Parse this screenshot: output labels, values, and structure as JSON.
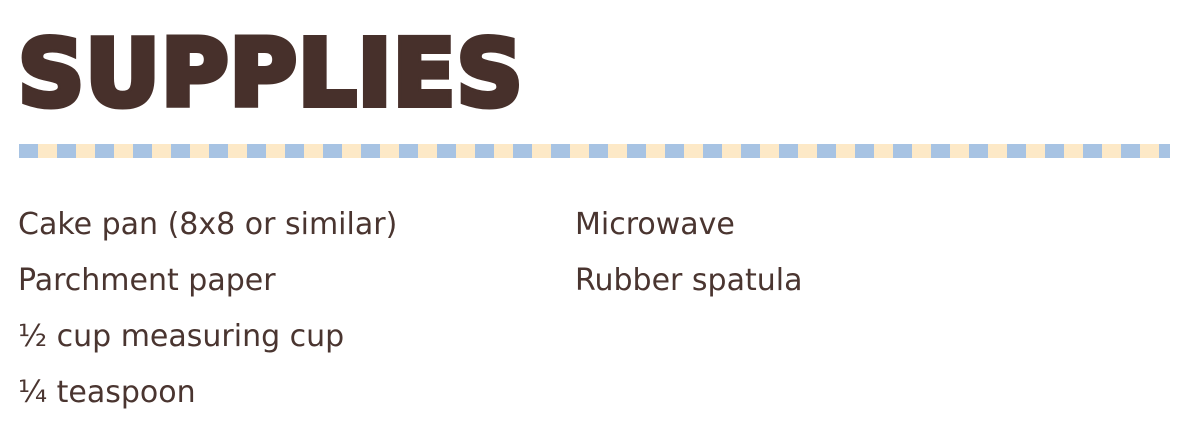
{
  "title": "SUPPLIES",
  "colors": {
    "title": "#47302b",
    "text": "#4a3530",
    "divider_blue": "#a7c3e3",
    "divider_cream": "#fde9c7"
  },
  "supplies": {
    "left": [
      "Cake pan (8x8 or similar)",
      "Parchment paper",
      "½ cup measuring cup",
      "¼ teaspoon"
    ],
    "right": [
      "Microwave",
      "Rubber spatula"
    ]
  }
}
